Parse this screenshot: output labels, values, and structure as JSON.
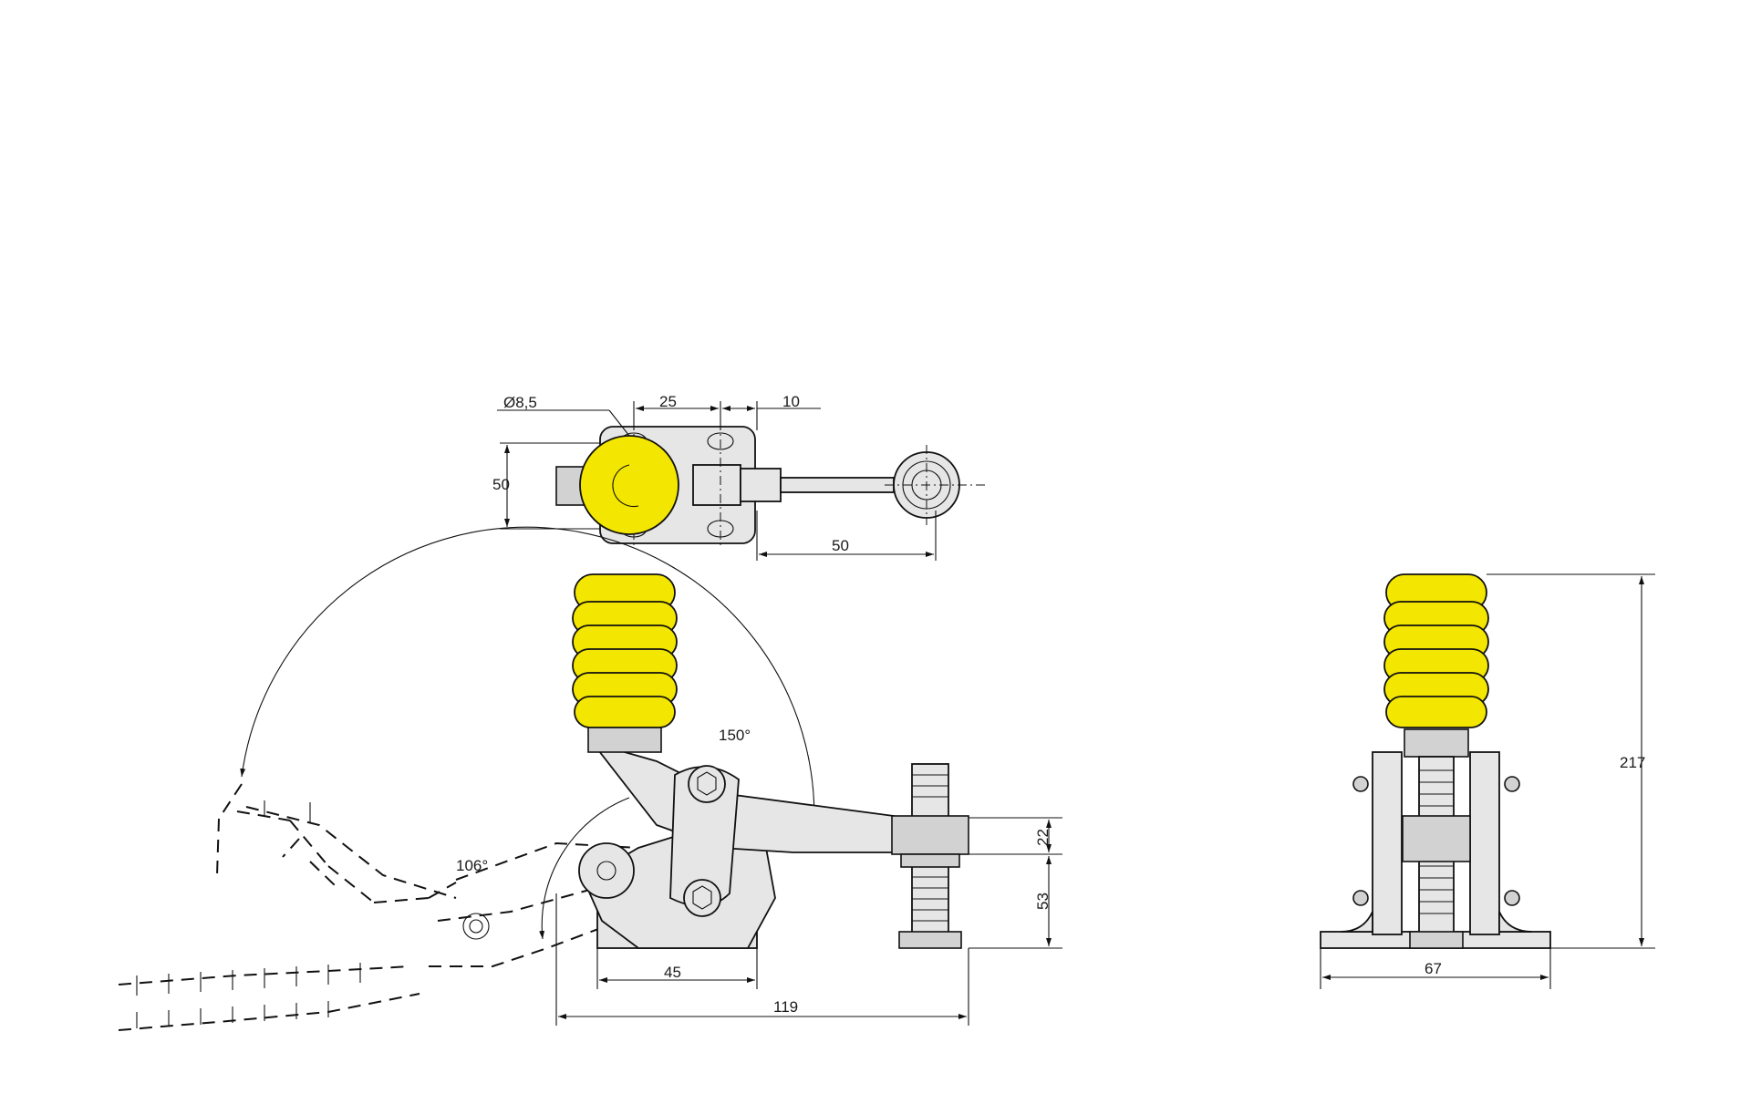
{
  "drawing": {
    "top_view": {
      "hole_diameter": "Ø8,5",
      "dim_hole_spacing": "25",
      "dim_offset": "10",
      "dim_width": "50",
      "dim_spindle_reach": "50"
    },
    "side_view": {
      "angle_open": "150°",
      "angle_handle": "106°",
      "dim_thread_top": "22",
      "dim_spindle_height": "53",
      "dim_base_length": "45",
      "dim_total_length": "119"
    },
    "front_view": {
      "dim_total_height": "217",
      "dim_base_width": "67"
    },
    "colors": {
      "grip": "#f3e600",
      "metal": "#e6e6e6",
      "line": "#111111"
    }
  }
}
